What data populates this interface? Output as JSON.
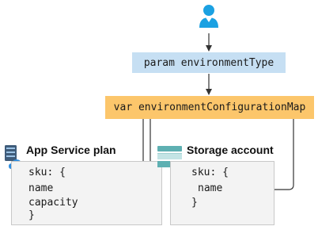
{
  "nodes": {
    "param": "param environmentType",
    "var": "var environmentConfigurationMap"
  },
  "app_service": {
    "title": "App Service plan",
    "icon": "app-service-plan-icon",
    "code": [
      "sku: {",
      "name",
      "capacity",
      "}"
    ]
  },
  "storage": {
    "title": "Storage account",
    "icon": "storage-account-icon",
    "code": [
      "sku: {",
      "name",
      "}"
    ]
  },
  "colors": {
    "user": "#1ba1e2",
    "param_fill": "#c6dff3",
    "var_fill": "#fcc66b",
    "code_fill": "#f3f3f3",
    "arrow": "#333333"
  },
  "icons": [
    "user-icon",
    "app-service-plan-icon",
    "storage-account-icon"
  ]
}
